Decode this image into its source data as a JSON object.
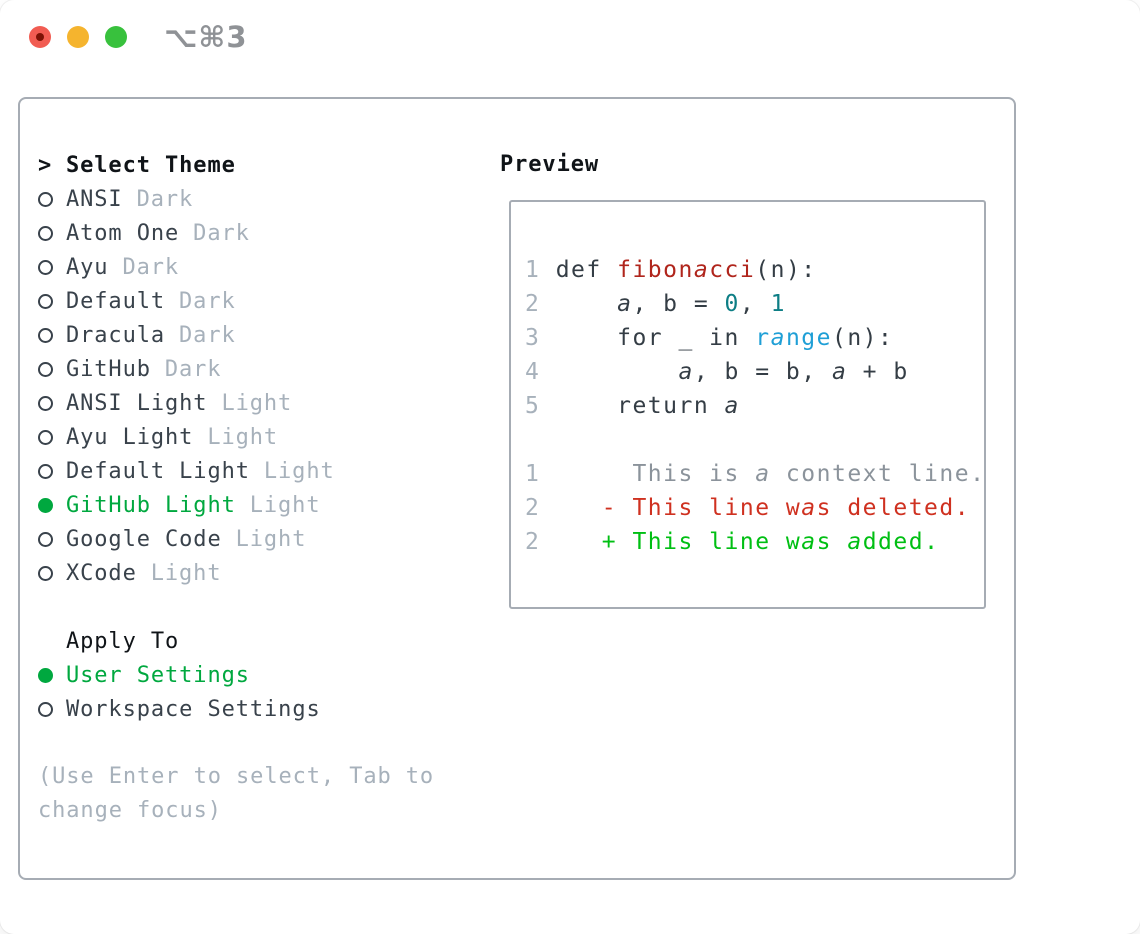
{
  "window": {
    "shortcut_label": "⌥⌘3",
    "traffic_lights": {
      "close_color": "#f15c52",
      "close_dot_color": "#7c1205",
      "minimize_color": "#f5b42e",
      "zoom_color": "#38c13d"
    }
  },
  "theme_panel": {
    "prompt": ">",
    "title": "Select Theme",
    "themes": [
      {
        "name": "ANSI",
        "variant": "Dark",
        "selected": false
      },
      {
        "name": "Atom One",
        "variant": "Dark",
        "selected": false
      },
      {
        "name": "Ayu",
        "variant": "Dark",
        "selected": false
      },
      {
        "name": "Default",
        "variant": "Dark",
        "selected": false
      },
      {
        "name": "Dracula",
        "variant": "Dark",
        "selected": false
      },
      {
        "name": "GitHub",
        "variant": "Dark",
        "selected": false
      },
      {
        "name": "ANSI Light",
        "variant": "Light",
        "selected": false
      },
      {
        "name": "Ayu Light",
        "variant": "Light",
        "selected": false
      },
      {
        "name": "Default Light",
        "variant": "Light",
        "selected": false
      },
      {
        "name": "GitHub Light",
        "variant": "Light",
        "selected": true
      },
      {
        "name": "Google Code",
        "variant": "Light",
        "selected": false
      },
      {
        "name": "XCode",
        "variant": "Light",
        "selected": false
      }
    ],
    "apply_to": {
      "title": "Apply To",
      "options": [
        {
          "label": "User Settings",
          "selected": true
        },
        {
          "label": "Workspace Settings",
          "selected": false
        }
      ]
    },
    "hint": "(Use Enter to select, Tab to\nchange focus)"
  },
  "preview": {
    "title": "Preview",
    "lines": [
      {
        "segments": [
          {
            "text": "1 ",
            "style": "ln"
          },
          {
            "text": "def ",
            "style": "plain"
          },
          {
            "text": "fibonacci",
            "style": "func"
          },
          {
            "text": "(n):",
            "style": "plain"
          }
        ]
      },
      {
        "segments": [
          {
            "text": "2 ",
            "style": "ln"
          },
          {
            "text": "    a, b = ",
            "style": "plain"
          },
          {
            "text": "0",
            "style": "num"
          },
          {
            "text": ", ",
            "style": "plain"
          },
          {
            "text": "1",
            "style": "num"
          }
        ]
      },
      {
        "segments": [
          {
            "text": "3 ",
            "style": "ln"
          },
          {
            "text": "    for _ in ",
            "style": "plain"
          },
          {
            "text": "range",
            "style": "builtin"
          },
          {
            "text": "(n):",
            "style": "plain"
          }
        ]
      },
      {
        "segments": [
          {
            "text": "4 ",
            "style": "ln"
          },
          {
            "text": "        a, b = b, a + b",
            "style": "plain"
          }
        ]
      },
      {
        "segments": [
          {
            "text": "5 ",
            "style": "ln"
          },
          {
            "text": "    return a",
            "style": "plain"
          }
        ]
      },
      {
        "segments": []
      },
      {
        "segments": [
          {
            "text": "1 ",
            "style": "ln"
          },
          {
            "text": "     This is a context line.",
            "style": "ctx"
          }
        ]
      },
      {
        "segments": [
          {
            "text": "2 ",
            "style": "ln"
          },
          {
            "text": "   ",
            "style": "plain"
          },
          {
            "text": "- This line was deleted.",
            "style": "del"
          }
        ]
      },
      {
        "segments": [
          {
            "text": "2 ",
            "style": "ln"
          },
          {
            "text": "   ",
            "style": "plain"
          },
          {
            "text": "+ This line was added.",
            "style": "add"
          }
        ]
      }
    ]
  },
  "colors": {
    "panel_border": "#a6acb4",
    "text_dark": "#39424b",
    "text_black": "#101418",
    "text_muted": "#a7b1bb",
    "selected_green": "#00a83f",
    "diff_added_green": "#00bf13",
    "diff_deleted_red": "#cf3120",
    "function_red": "#b0251c",
    "number_teal": "#0d7e85",
    "builtin_blue": "#1f9fd6"
  }
}
